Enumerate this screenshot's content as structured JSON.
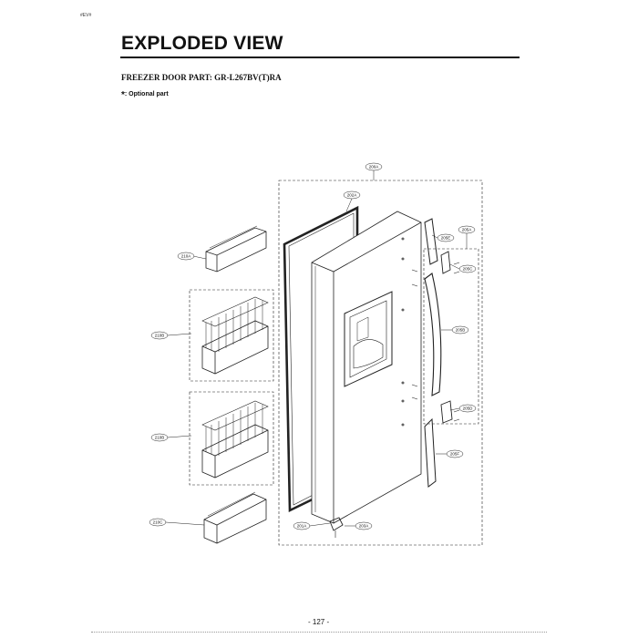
{
  "header": {
    "corner_mark": "#EV#",
    "title": "EXPLODED VIEW",
    "subtitle": "FREEZER DOOR PART: GR-L267BV(T)RA",
    "optional_star": "*",
    "optional_label": ": Optional part"
  },
  "callouts": {
    "c200A": "200A",
    "c201A": "201A",
    "c202A": "202A",
    "c203A": "203A",
    "c205A": "205A",
    "c205B": "205B",
    "c205C": "205C",
    "c205D": "205D",
    "c205E": "205E",
    "c205F": "205F",
    "c210A": "210A",
    "c210B1": "210B",
    "c210B2": "210B",
    "c210C": "210C"
  },
  "footer": {
    "page_number": "- 127 -"
  }
}
